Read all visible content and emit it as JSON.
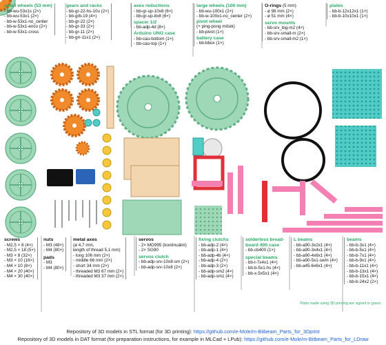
{
  "colors": {
    "green": "#9fd8b6",
    "greenDark": "#5fae86",
    "orange": "#f08a2a",
    "orangeDark": "#c7641a",
    "teal": "#52ccc6",
    "tealDark": "#2a9e98",
    "wood": "#f1d6b0",
    "woodDark": "#c29a6a",
    "pink": "#f47fb3",
    "red": "#e0303a",
    "yellow": "#f6c73a",
    "gray": "#b9bcc3",
    "blue": "#2c64b8",
    "black": "#111111",
    "label": "#2aa866"
  },
  "sections": {
    "small_wheels": {
      "title": "small wheels (53 mm)",
      "items": [
        "bb-wu-53x1s (2×)",
        "bb-wu-53x1 (2×)",
        "bb-w-53x1-no_center",
        "bb-w-53x1-enco (2×)",
        "bb-w-53x1-cross"
      ]
    },
    "gears": {
      "title": "gears and racks",
      "items": [
        "bb-gr-22-hs-10u (2×)",
        "bb-grb-19 (4×)",
        "bb-gr-22 (2×)",
        "bb-gr-33 (2×)",
        "bb-gr-11 (2×)",
        "bb-grr-11x1 (2×)"
      ]
    },
    "axes_reductions": {
      "title": "axes reductions",
      "items": [
        "bb-gr-up-10x8 (6×)",
        "bb-gr-up-8x8 (6×)"
      ]
    },
    "spacer": {
      "title": "spacer 1/2",
      "items": [
        "bb-adp-4d (8×)"
      ]
    },
    "arduino_case": {
      "title": "Arduino UNO case",
      "items": [
        "bb-cau-bottom (1×)",
        "bb-cau-top (1×)"
      ]
    },
    "large_wheels": {
      "title": "large wheels (100 mm)",
      "items": [
        "bb-wu-100x1 (2×)",
        "bb-w-100x1-no_center (2×)"
      ]
    },
    "pivot_wheel": {
      "title": "pivot wheel",
      "subtitle": "(+ ping-pong miček)",
      "items": [
        "bb-pivot (1×)"
      ]
    },
    "battery_case": {
      "title": "battery case",
      "items": [
        "bb-bbox (1×)"
      ]
    },
    "orings": {
      "title": "O-rings",
      "title_suffix": " (5 mm)",
      "items": [
        "ø 98 mm (2×)",
        "ø 51 mm (4×)"
      ]
    },
    "servo_mounts": {
      "title": "servo mounts",
      "items": [
        "bb-srv_big-m2 (4×)",
        "bb-srv-small-m (2×)",
        "bb-srv-small-m2 (1×)"
      ]
    },
    "plates": {
      "title": "plates",
      "items": [
        "bb-b-12x12x1 (1×)",
        "bb-b-10x10x1 (1×)"
      ]
    },
    "screws": {
      "title": "screws",
      "items": [
        "M2,5 × 8 (4×)",
        "M2,5 × 18 (5×)",
        "M3 × 8 (32×)",
        "M3 × 10 (16×)",
        "M4 × 10 (8×)",
        "M4 × 20 (40×)",
        "M4 × 30 (40×)"
      ]
    },
    "nuts": {
      "title": "nuts",
      "items": [
        "M3 (48×)",
        "M4 (80×)"
      ]
    },
    "pads": {
      "title": "pads",
      "items": [
        "M3",
        "M4 (80×)"
      ]
    },
    "metal_axes": {
      "title": "metal axes",
      "lines": [
        "(ø 4,7 mm,",
        "length of thread 5,1 mm)"
      ],
      "items": [
        "long 106 mm (2×)",
        "middle 66 mm (2×)",
        "short 34 mm (2×)",
        "threaded M3 67 mm (2×)",
        "threaded M3 37 mm (2×)"
      ]
    },
    "servos": {
      "title": "servos",
      "items": [
        "2× MG995 (kontinuální)",
        "2× SG90"
      ]
    },
    "servos_clutch": {
      "title": "servos clutch",
      "items": [
        "bb-adp-srv-10x8-sm (2×)",
        "bb-adp-srv-10x8 (2×)"
      ]
    },
    "fixing_clutchs": {
      "title": "fixing clutchs",
      "items": [
        "bb-adp-2 (4×)",
        "bb-adp-1 (4×)",
        "bb-adp-4b (4×)",
        "bb-adp-4 (2×)",
        "bb-adp-3 (2×)",
        "bb-adp-sm2 (4×)",
        "bb-adp-sm1 (4×)"
      ]
    },
    "breadboard_case": {
      "title": "solderless bread-",
      "title2": "board 400 case",
      "items": [
        "bb-cb400 (1×)"
      ]
    },
    "special_beams": {
      "title": "special beams",
      "items": [
        "bb-t-7x4x1 (4×)",
        "bb-b-5x1-hs (4×)",
        "bb-x-5x5x1 (4×)"
      ]
    },
    "l_beams": {
      "title": "L beams",
      "items": [
        "bb-a90-3x2x1 (4×)",
        "bb-a90-3x4x1 (4×)",
        "bb-a90-4x6x1 (4×)",
        "bb-a90-5x1-swm (4×)",
        "bb-a45-6x6x1 (4×)"
      ]
    },
    "beams": {
      "title": "beams",
      "items": [
        "bb-b-3x1 (4×)",
        "bb-b-5x1 (4×)",
        "bb-b-7x1 (4×)",
        "bb-b-9x1 (4×)",
        "bb-b-11x1 (4×)",
        "bb-b-13x1 (4×)",
        "bb-b-15x1 (4×)",
        "bb-b-24x2 (2×)"
      ]
    }
  },
  "note": "Parts made using 3D printing are signed in green.",
  "footer": {
    "line1_text": "Repository of 3D models in STL format (for 3D printing): ",
    "line1_link": "https://github.com/e-Mole/m-Bitbeam_Parts_for_3Dprint",
    "line2_text": "Repository of 3D models in DAT format (for preparation instructions, for example in MLCad + LPub): ",
    "line2_link": "https://github.com/e-Mole/m-Bitbeam_Parts_for_LDraw"
  }
}
